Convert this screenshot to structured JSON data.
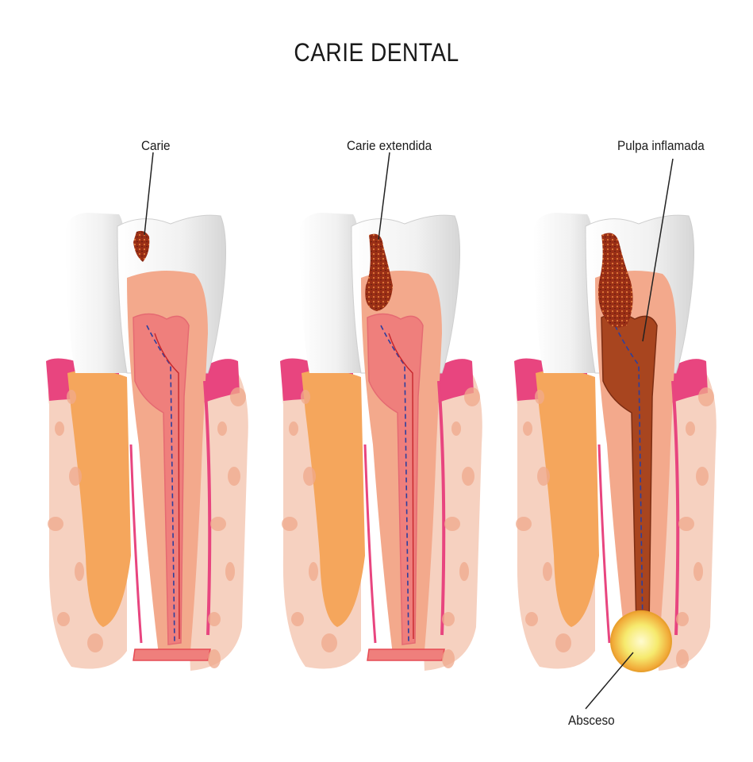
{
  "title": "CARIE DENTAL",
  "labels": {
    "caries": "Carie",
    "extended_caries": "Carie extendida",
    "inflamed_pulp": "Pulpa inflamada",
    "abscess": "Absceso"
  },
  "colors": {
    "enamel": "#f3f3f3",
    "dentin": "#f3a98c",
    "pulp": "#ef7f7c",
    "gum": "#e8457f",
    "bone": "#f6d1c0",
    "caries": "#8e2b16",
    "inflamed": "#a8451f",
    "abscess": "#f2e36a"
  }
}
